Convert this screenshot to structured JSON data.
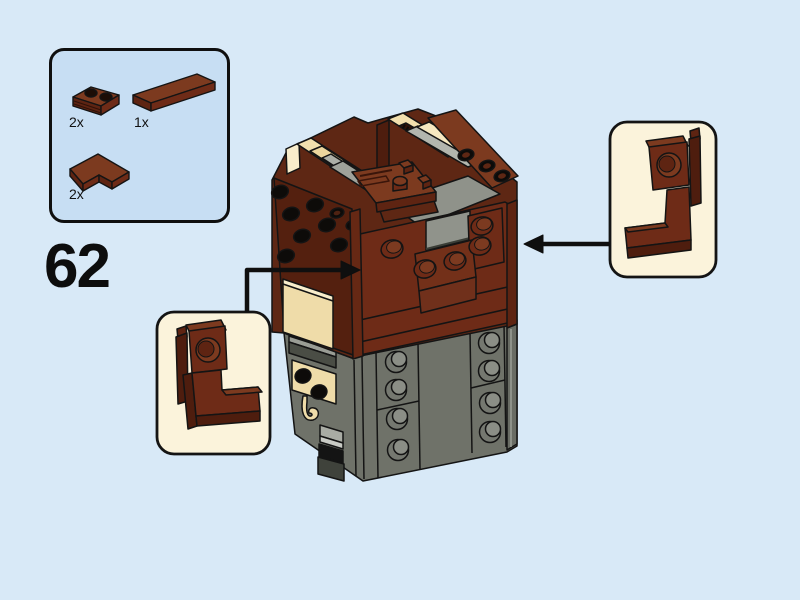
{
  "page": {
    "type": "building-instruction-step",
    "step": {
      "number": "62"
    },
    "colors": {
      "background": "#D8E9F7",
      "parts_box_fill": "#C7DEF3",
      "callout_fill": "#FBF3DB",
      "outline_black": "#0f0f0f",
      "brick_brown": "#6E2B17",
      "brick_brown_dark": "#54200F",
      "brick_brown_top": "#7C3A1F",
      "brick_tan": "#F2E0AE",
      "brick_gray": "#757870",
      "brick_gray_dark": "#60635B",
      "stud_black": "#0D0B09"
    }
  },
  "parts_panel": {
    "items": [
      {
        "name": "plate-1x2-brown",
        "count": "2x"
      },
      {
        "name": "tile-1x4-brown",
        "count": "1x"
      },
      {
        "name": "corner-plate-2x2-brown",
        "count": "2x"
      }
    ]
  },
  "callouts": {
    "left": {
      "piece": "brown-plate-with-side-stud-and-corner-plate-assembly"
    },
    "right": {
      "piece": "brown-plate-with-side-stud-and-corner-plate-assembly-mirrored"
    }
  }
}
